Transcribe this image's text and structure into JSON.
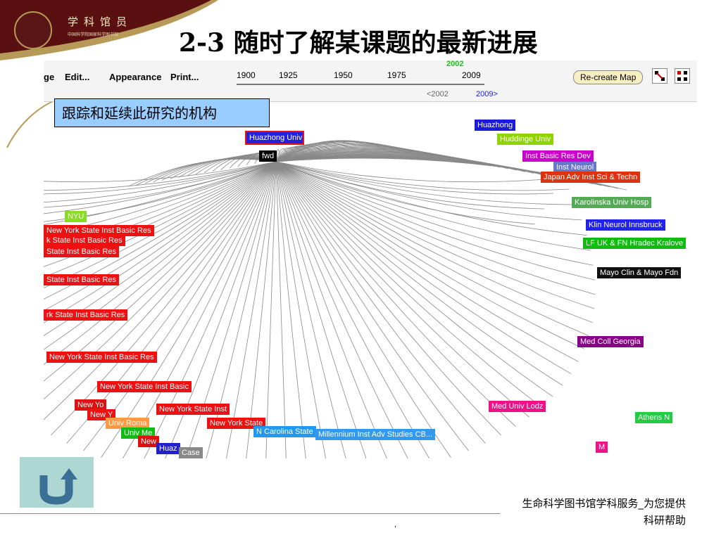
{
  "logo": {
    "name_cn": "学科馆员",
    "subtitle": "中国科学院国家科学图书馆"
  },
  "slide": {
    "title": "2-3 随时了解某课题的最新进展"
  },
  "toolbar": {
    "menus": [
      "ge",
      "Edit...",
      "Appearance",
      "Print..."
    ],
    "timeline_ticks": [
      "1900",
      "1925",
      "1950",
      "1975",
      "2009"
    ],
    "current_year": "2002",
    "range_left": "<2002",
    "range_right": "2009>",
    "recreate_label": "Re-create Map",
    "icons": [
      "expand-nodes-icon",
      "collapse-nodes-icon"
    ]
  },
  "note": {
    "text": "跟踪和延续此研究的机构"
  },
  "colors": {
    "dark_red": "#5a1010",
    "gold": "#b89a58",
    "accent_red": "#e01010",
    "accent_blue": "#1a1adb"
  },
  "nodes": [
    {
      "label": "Huazhong Univ",
      "color": "#2222dd"
    },
    {
      "label": "fwd",
      "color": "#000000"
    },
    {
      "label": "Huazhong",
      "color": "#1a1adb"
    },
    {
      "label": "Huddinge Univ",
      "color": "#8fd400"
    },
    {
      "label": "Inst Basic Res Dev",
      "color": "#cc00cc"
    },
    {
      "label": "Inst Neurol",
      "color": "#6677cc"
    },
    {
      "label": "Japan Adv Inst Sci & Techn",
      "color": "#dd3311"
    },
    {
      "label": "Karolinska Univ Hosp",
      "color": "#55aa55"
    },
    {
      "label": "Klin Neurol Innsbruck",
      "color": "#2222ee"
    },
    {
      "label": "LF UK & FN Hradec Kralove",
      "color": "#11bb11"
    },
    {
      "label": "Mayo Clin & Mayo Fdn",
      "color": "#111111"
    },
    {
      "label": "Med Coll Georgia",
      "color": "#880088"
    },
    {
      "label": "Med Univ Lodz",
      "color": "#ee1188"
    },
    {
      "label": "Athens N",
      "color": "#22cc44"
    },
    {
      "label": "NYU",
      "color": "#88dd22"
    },
    {
      "label": "New York State Inst Basic Res",
      "color": "#ee1111"
    },
    {
      "label": "k State Inst Basic Res",
      "color": "#ee1111"
    },
    {
      "label": "State Inst Basic Res",
      "color": "#ee1111"
    },
    {
      "label": "State Inst Basic Res",
      "color": "#ee1111"
    },
    {
      "label": "rk State Inst Basic Res",
      "color": "#ee1111"
    },
    {
      "label": "New York State Inst Basic Res",
      "color": "#ee1111"
    },
    {
      "label": "New York State Inst Basic",
      "color": "#ee1111"
    },
    {
      "label": "New York State Inst",
      "color": "#ee1111"
    },
    {
      "label": "New York State",
      "color": "#ee1111"
    },
    {
      "label": "N Carolina State",
      "color": "#2299ee"
    },
    {
      "label": "Millennium Inst Adv Studies CB...",
      "color": "#3399ee"
    },
    {
      "label": "New Yo",
      "color": "#dd1111"
    },
    {
      "label": "New Y",
      "color": "#ee1111"
    },
    {
      "label": "Univ Roma",
      "color": "#ff9944"
    },
    {
      "label": "Univ Me",
      "color": "#11bb11"
    },
    {
      "label": "New",
      "color": "#dd1111"
    },
    {
      "label": "Huaz",
      "color": "#2222cc"
    },
    {
      "label": "Case",
      "color": "#888888"
    },
    {
      "label": "M",
      "color": "#ee1188"
    }
  ],
  "footer": {
    "line1": "生命科学图书馆学科服务_为您提供",
    "line2": "科研帮助",
    "page_mark": ","
  }
}
